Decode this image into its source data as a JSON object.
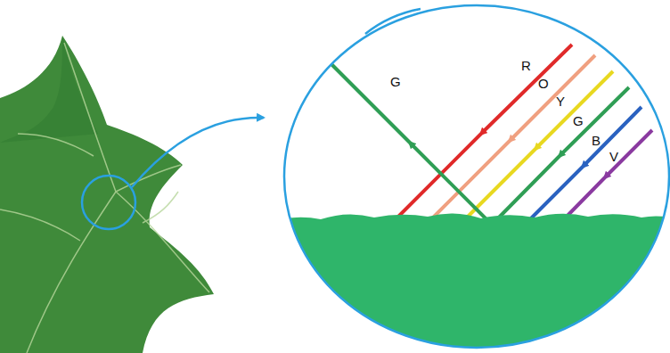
{
  "diagram": {
    "labels": [
      "G",
      "R",
      "O",
      "Y",
      "G",
      "B",
      "V"
    ]
  }
}
